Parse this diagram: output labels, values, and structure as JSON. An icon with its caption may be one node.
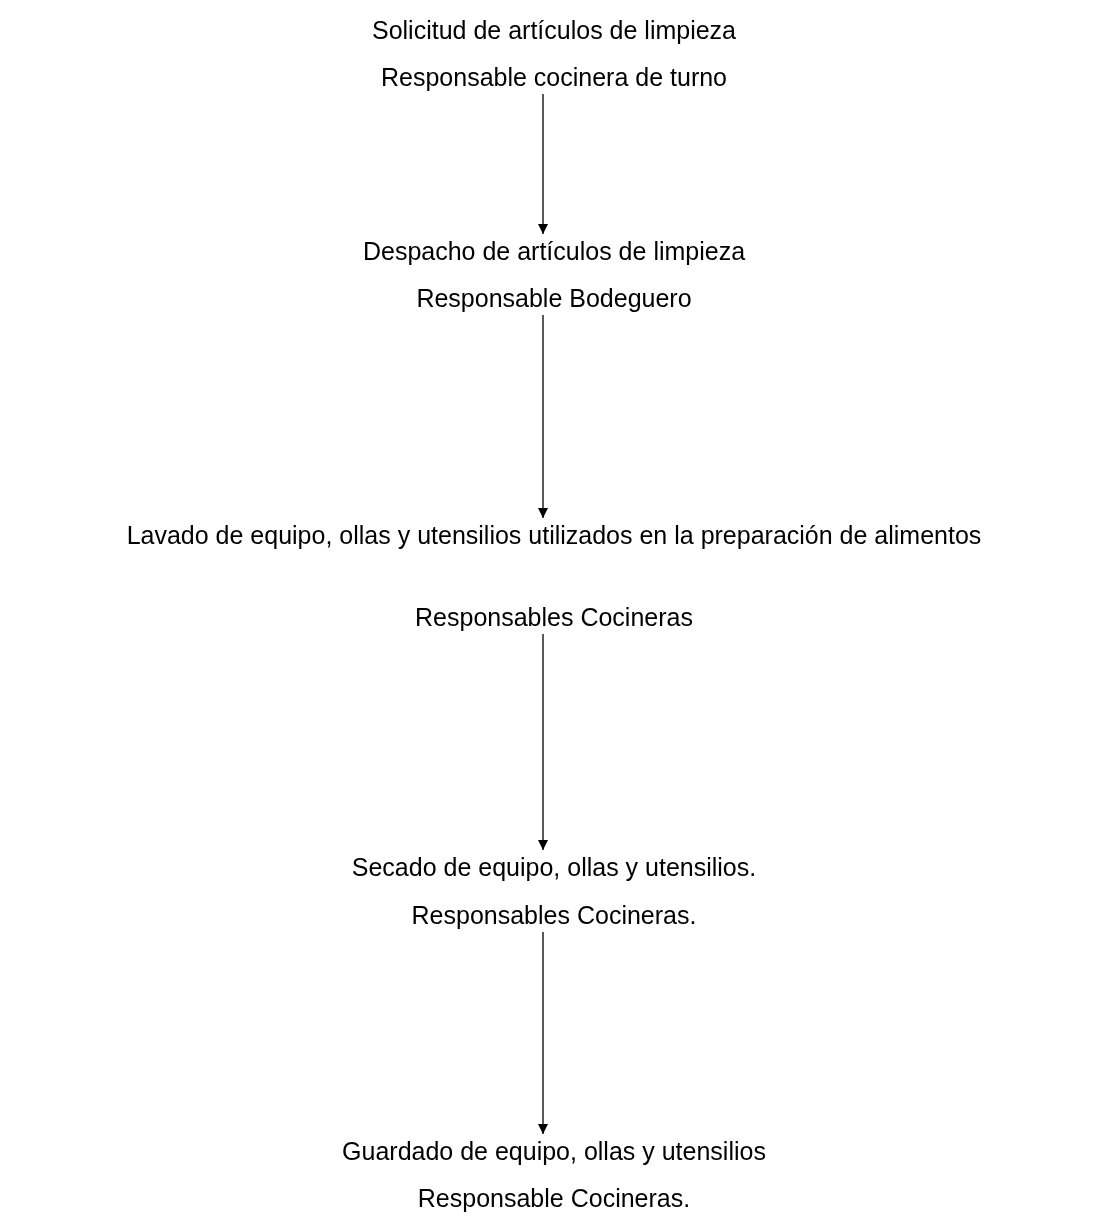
{
  "diagram": {
    "nodes": [
      {
        "text": [
          "Solicitud de artículos de limpieza",
          "Responsable cocinera de turno"
        ]
      },
      {
        "text": [
          "Despacho de artículos de limpieza",
          "Responsable Bodeguero"
        ]
      },
      {
        "text": [
          "Lavado de equipo, ollas y utensilios utilizados en la preparación de alimentos",
          "Responsables Cocineras"
        ]
      },
      {
        "text": [
          "Secado de equipo, ollas y utensilios.",
          "Responsables Cocineras."
        ]
      },
      {
        "text": [
          "Guardado de equipo, ollas y utensilios",
          "Responsable Cocineras."
        ]
      }
    ],
    "edges": [
      {
        "from": 0,
        "to": 1,
        "arrow": "to"
      },
      {
        "from": 1,
        "to": 2,
        "arrow": "to"
      },
      {
        "from": 2,
        "to": 3,
        "arrow": "to"
      },
      {
        "from": 3,
        "to": 4,
        "arrow": "to"
      }
    ]
  }
}
